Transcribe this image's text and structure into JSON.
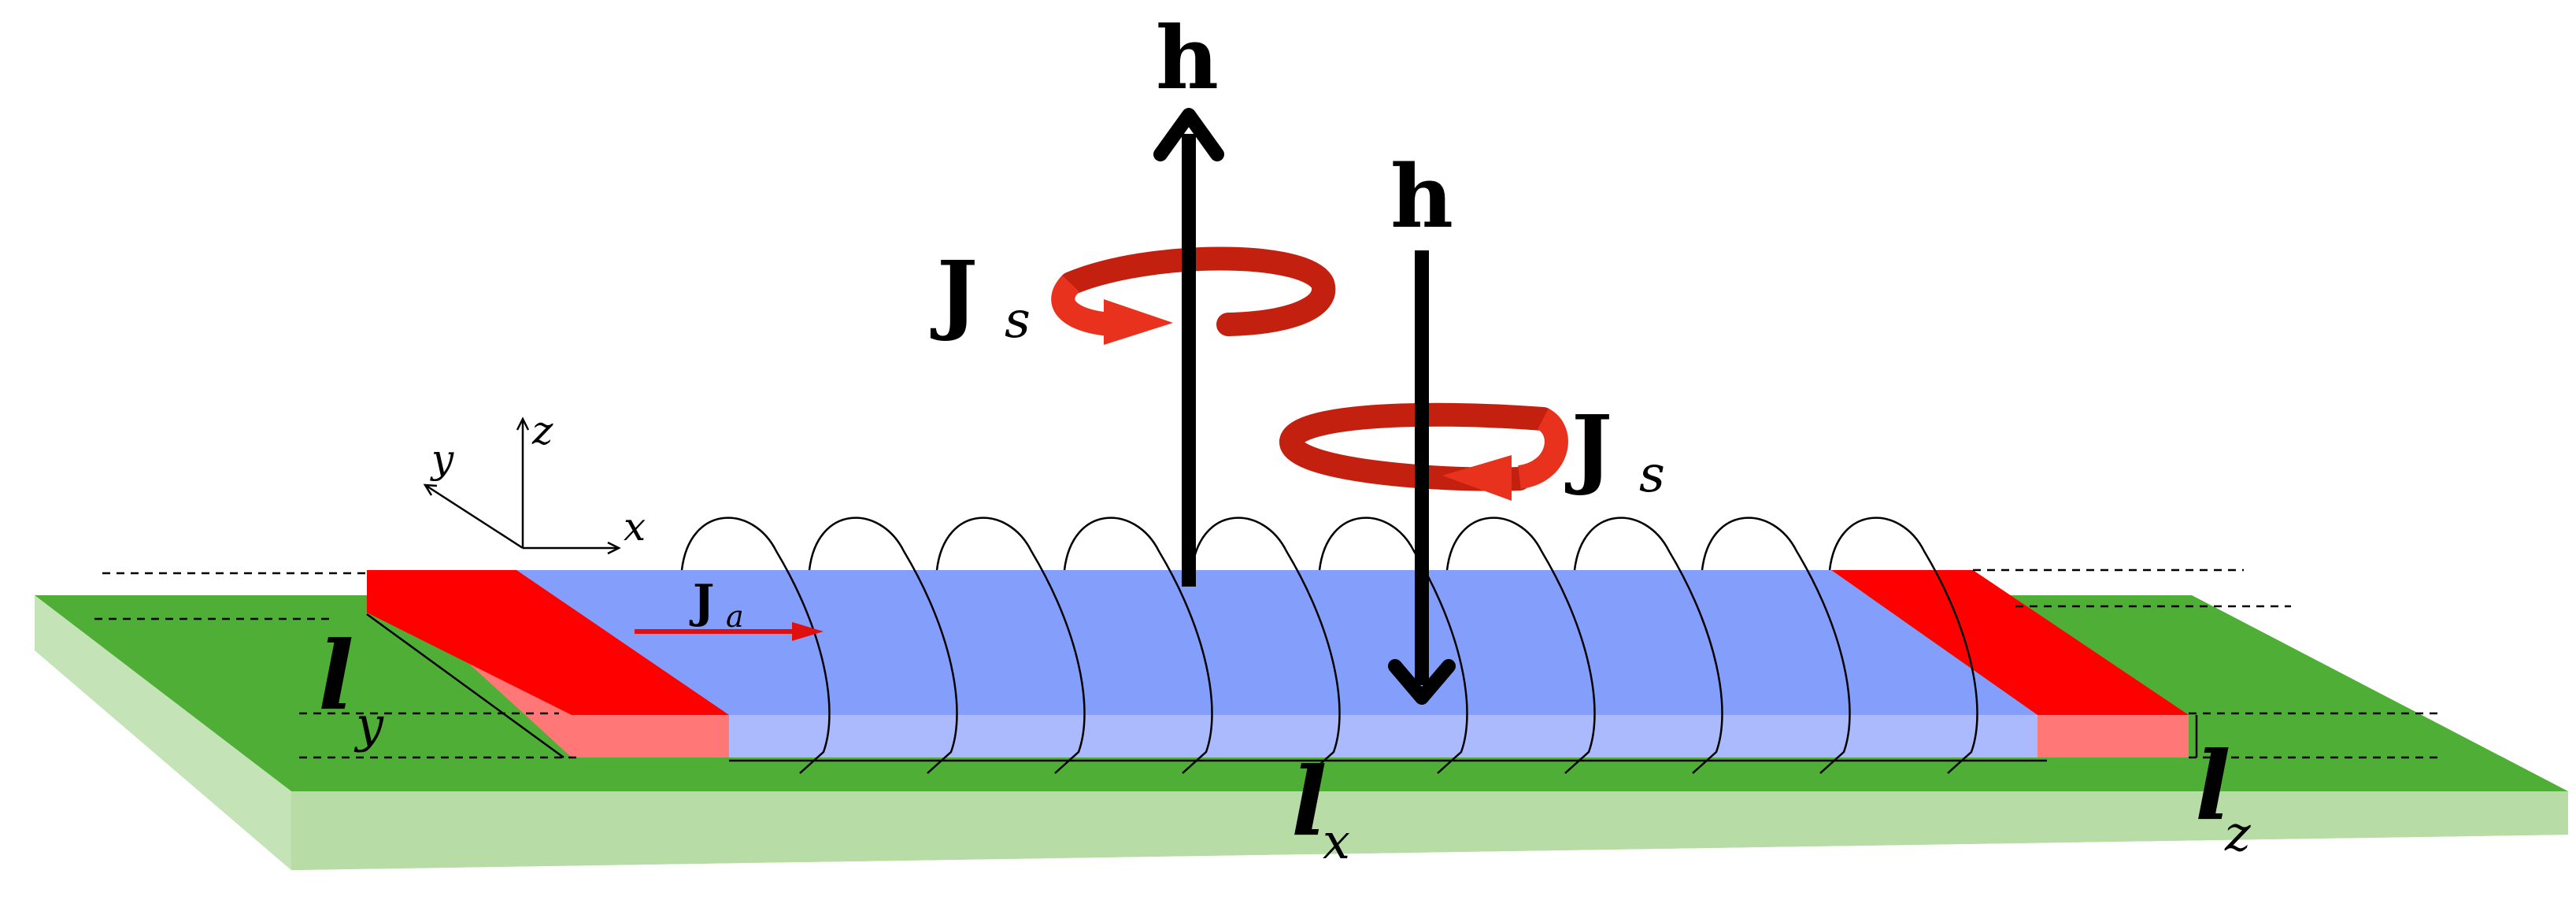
{
  "labels": {
    "h_up": "h",
    "h_down": "h",
    "js_left_main": "J",
    "js_left_sub": "s",
    "js_right_main": "J",
    "js_right_sub": "s",
    "ja_main": "J",
    "ja_sub": "a",
    "axis_x": "x",
    "axis_y": "y",
    "axis_z": "z",
    "lx_main": "l",
    "lx_sub": "x",
    "ly_main": "l",
    "ly_sub": "y",
    "lz_main": "l",
    "lz_sub": "z"
  },
  "colors": {
    "substrate_top": "#4fae35",
    "substrate_side": "#b7dca6",
    "film_top": "#849efc",
    "film_side": "#aabafc",
    "electrode_top": "#ff0000",
    "electrode_side": "#ff7777",
    "swirl": "#e8321e",
    "arrow": "#000000",
    "current": "#e01010"
  },
  "vortex_loops": 10
}
